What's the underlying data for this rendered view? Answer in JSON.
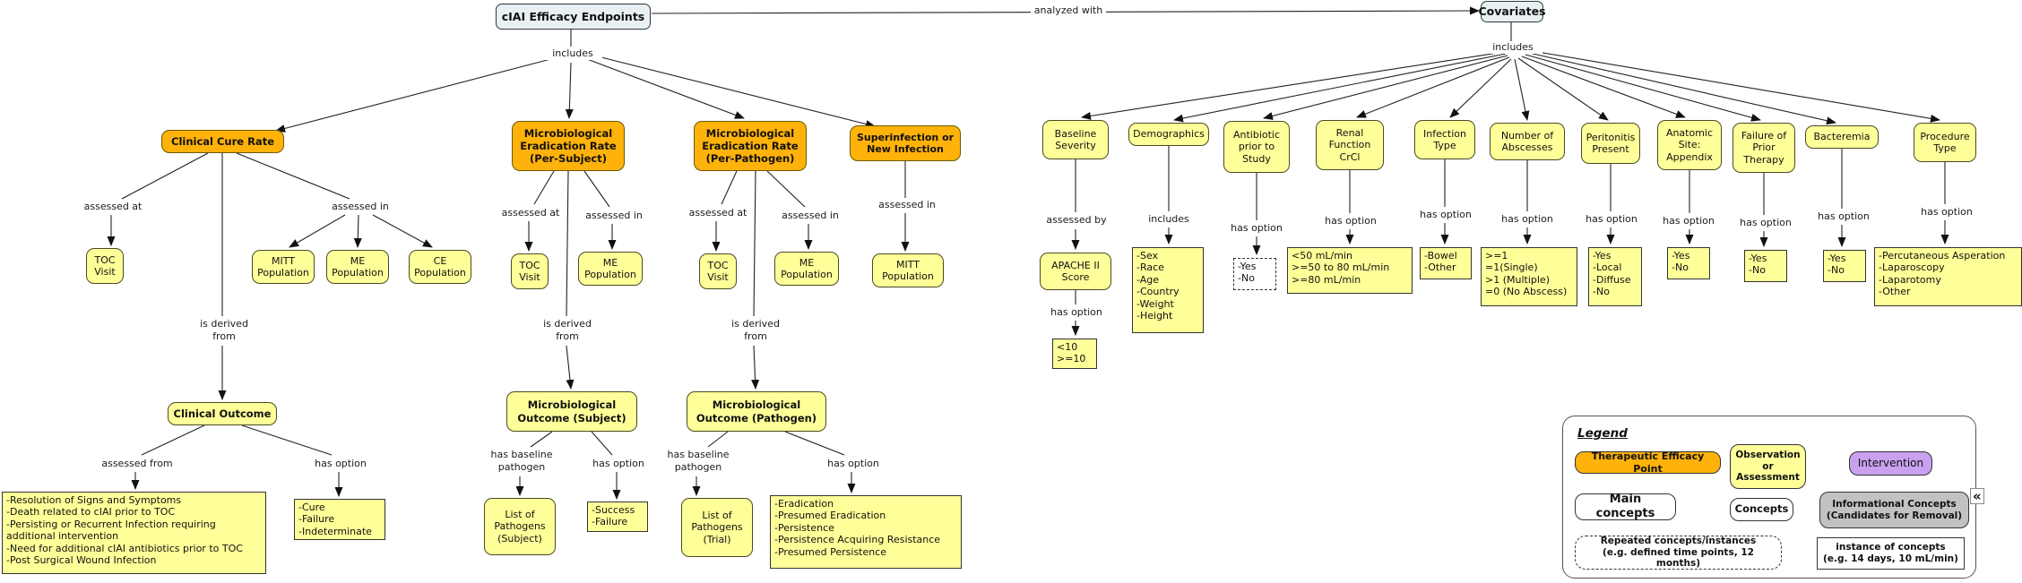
{
  "edge_labels": {
    "includes": "includes",
    "analyzed_with": "analyzed with",
    "assessed_at": "assessed at",
    "assessed_in": "assessed in",
    "is_derived_from": "is derived\nfrom",
    "assessed_from": "assessed from",
    "has_option": "has option",
    "assessed_by": "assessed by",
    "has_baseline_pathogen": "has baseline\npathogen"
  },
  "nodes": {
    "endpoints": "cIAI Efficacy Endpoints",
    "covariates": "Covariates",
    "clinical_cure_rate": "Clinical Cure Rate",
    "mer_per_subject": "Microbiological Eradication Rate (Per-Subject)",
    "mer_per_pathogen": "Microbiological Eradication Rate (Per-Pathogen)",
    "superinfection": "Superinfection or New Infection",
    "toc_visit": "TOC Visit",
    "mitt_population": "MITT Population",
    "me_population": "ME Population",
    "ce_population": "CE Population",
    "clinical_outcome": "Clinical Outcome",
    "clinical_outcome_criteria": "-Resolution of Signs and Symptoms\n-Death related to cIAI prior to TOC\n-Persisting or Recurrent Infection requiring additional intervention\n-Need for additional cIAI antibiotics prior to TOC\n-Post Surgical Wound Infection",
    "clinical_outcome_options": "-Cure\n-Failure\n-Indeterminate",
    "micro_outcome_subject": "Microbiological Outcome (Subject)",
    "micro_outcome_pathogen": "Microbiological Outcome (Pathogen)",
    "list_pathogens_subject": "List of Pathogens (Subject)",
    "list_pathogens_trial": "List of Pathogens (Trial)",
    "micro_subject_options": "-Success\n-Failure",
    "micro_pathogen_options": "-Eradication\n-Presumed Eradication\n-Persistence\n-Persistence Acquiring Resistance\n-Presumed Persistence",
    "baseline_severity": "Baseline Severity",
    "apache_score": "APACHE II Score",
    "apache_options": "<10\n>=10",
    "demographics": "Demographics",
    "demographics_items": "-Sex\n-Race\n-Age\n-Country\n-Weight\n-Height",
    "antibiotic_prior": "Antibiotic prior to Study",
    "antibiotic_options": "-Yes\n-No",
    "renal_function": "Renal Function CrCl",
    "renal_options": "<50 mL/min\n>=50 to 80 mL/min\n>=80 mL/min",
    "infection_type": "Infection Type",
    "infection_options": "-Bowel\n-Other",
    "number_abscesses": "Number of Abscesses",
    "abscess_options": ">=1\n=1(Single)\n>1 (Multiple)\n=0 (No Abscess)",
    "peritonitis": "Peritonitis Present",
    "peritonitis_options": "-Yes\n-Local\n-Diffuse\n-No",
    "anatomic_site": "Anatomic Site: Appendix",
    "anatomic_options": "-Yes\n-No",
    "failure_prior": "Failure of Prior Therapy",
    "failure_options": "-Yes\n-No",
    "bacteremia": "Bacteremia",
    "bacteremia_options": "-Yes\n-No",
    "procedure_type": "Procedure Type",
    "procedure_options": "-Percutaneous Asperation\n-Laparoscopy\n-Laparotomy\n-Other"
  },
  "legend": {
    "title": "Legend",
    "therapeutic": "Therapeutic Efficacy Point",
    "observation": "Observation\nor\nAssessment",
    "intervention": "Intervention",
    "main_concepts": "Main concepts",
    "concepts": "Concepts",
    "informational": "Informational Concepts\n(Candidates for Removal)",
    "repeated": "Repeated concepts/instances\n(e.g. defined time points, 12 months)",
    "instance": "instance of concepts\n(e.g. 14 days, 10 mL/min)",
    "collapse_icon": "«"
  },
  "colors": {
    "efficacy_point": "#FFB20A",
    "observation_assessment": "#FFFF99",
    "intervention": "#C9A1EE",
    "informational": "#C2C2C2",
    "main_concept_bg": "#E9F0F3"
  }
}
